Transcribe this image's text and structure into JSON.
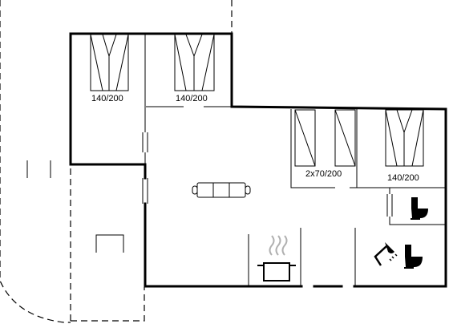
{
  "bed_labels": {
    "bed1": "140/200",
    "bed2": "140/200",
    "bed3": "2x70/200",
    "bed4": "140/200"
  },
  "icons": {
    "sofa": "sofa-icon",
    "pot": "cooking-pot-icon",
    "toilet": "toilet-icon",
    "shower": "shower-icon",
    "table": "table-icon"
  }
}
